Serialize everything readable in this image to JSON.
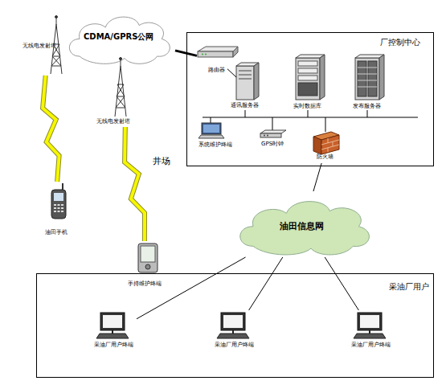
{
  "diagram": {
    "nodes": [
      {
        "text": [
          "CDMA/GPRS公网"
        ]
      },
      {
        "text": [
          "无线电发射塔"
        ]
      },
      {
        "text": [
          "无线电发射塔"
        ]
      },
      {
        "text": [
          "厂控制中心"
        ]
      },
      {
        "text": [
          "路由器"
        ],
        "in": 3
      },
      {
        "text": [
          "通讯服务器"
        ],
        "in": 3
      },
      {
        "text": [
          "实时数据库"
        ],
        "in": 3
      },
      {
        "text": [
          "发布服务器"
        ],
        "in": 3
      },
      {
        "text": [
          "系统维护终端"
        ],
        "in": 3
      },
      {
        "text": [
          "GPS时钟"
        ],
        "in": 3
      },
      {
        "text": [
          "防火墙"
        ],
        "in": 3
      },
      {
        "text": [
          "油田手机"
        ]
      },
      {
        "text": [
          "手持维护终端"
        ]
      },
      {
        "text": [
          "油田信息网"
        ]
      },
      {
        "text": [
          "采油厂用户"
        ]
      },
      {
        "text": [
          "采油厂用户终端"
        ],
        "in": 14
      },
      {
        "text": [
          "采油厂用户终端"
        ],
        "in": 14
      },
      {
        "text": [
          "采油厂用户终端"
        ],
        "in": 14
      }
    ],
    "edges": [
      {
        "from": 1,
        "to": 11,
        "arrow": "none"
      },
      {
        "from": 2,
        "to": 12,
        "arrow": "none"
      },
      {
        "from": 0,
        "to": 4,
        "arrow": "none"
      },
      {
        "from": 4,
        "to": 5,
        "arrow": "none"
      },
      {
        "from": 10,
        "to": 13,
        "arrow": "none"
      },
      {
        "from": 13,
        "to": 15,
        "arrow": "none"
      },
      {
        "from": 13,
        "to": 16,
        "arrow": "none"
      },
      {
        "from": 13,
        "to": 17,
        "arrow": "none"
      }
    ],
    "labels": [
      "井场"
    ]
  }
}
